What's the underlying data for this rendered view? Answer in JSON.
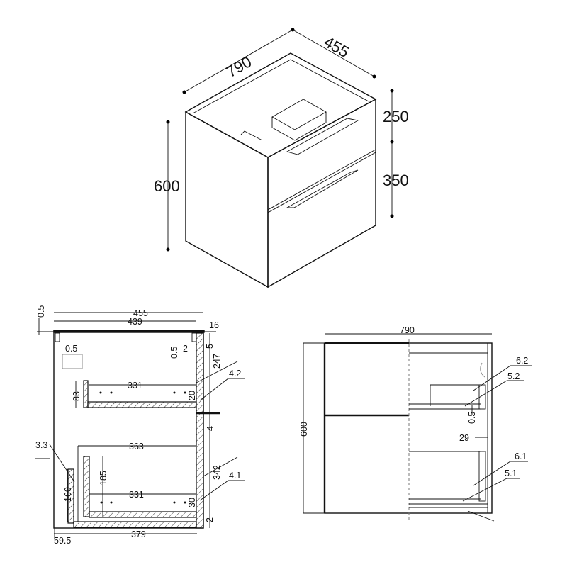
{
  "iso_view": {
    "width": "790",
    "depth": "455",
    "height": "600",
    "upper_drawer": "250",
    "lower_drawer": "350"
  },
  "side_section": {
    "outer_depth": "455",
    "inner_depth": "439",
    "top_offset": "0.5",
    "back_gap": "0.5",
    "front_gap": "0.5",
    "front_gap_2": "2",
    "front_thickness": "16",
    "top_rail": "5",
    "upper_front_height": "247",
    "upper_label": "4.2",
    "upper_drawer_height": "83",
    "upper_drawer_length": "331",
    "upper_rail": "20",
    "drawer_gap": "4",
    "lower_depth": "363",
    "lower_front_height": "342",
    "lower_label": "4.1",
    "back_label": "3.3",
    "back_height": "160",
    "lower_inner_height": "185",
    "lower_drawer_length": "331",
    "lower_rail": "30",
    "bottom_gap": "2",
    "back_offset": "59.5",
    "bottom_length": "379"
  },
  "front_view": {
    "width": "790",
    "height": "600",
    "label_6_2": "6.2",
    "label_5_2": "5.2",
    "gap": "0.5",
    "rail": "29",
    "label_6_1": "6.1",
    "label_5_1": "5.1"
  }
}
